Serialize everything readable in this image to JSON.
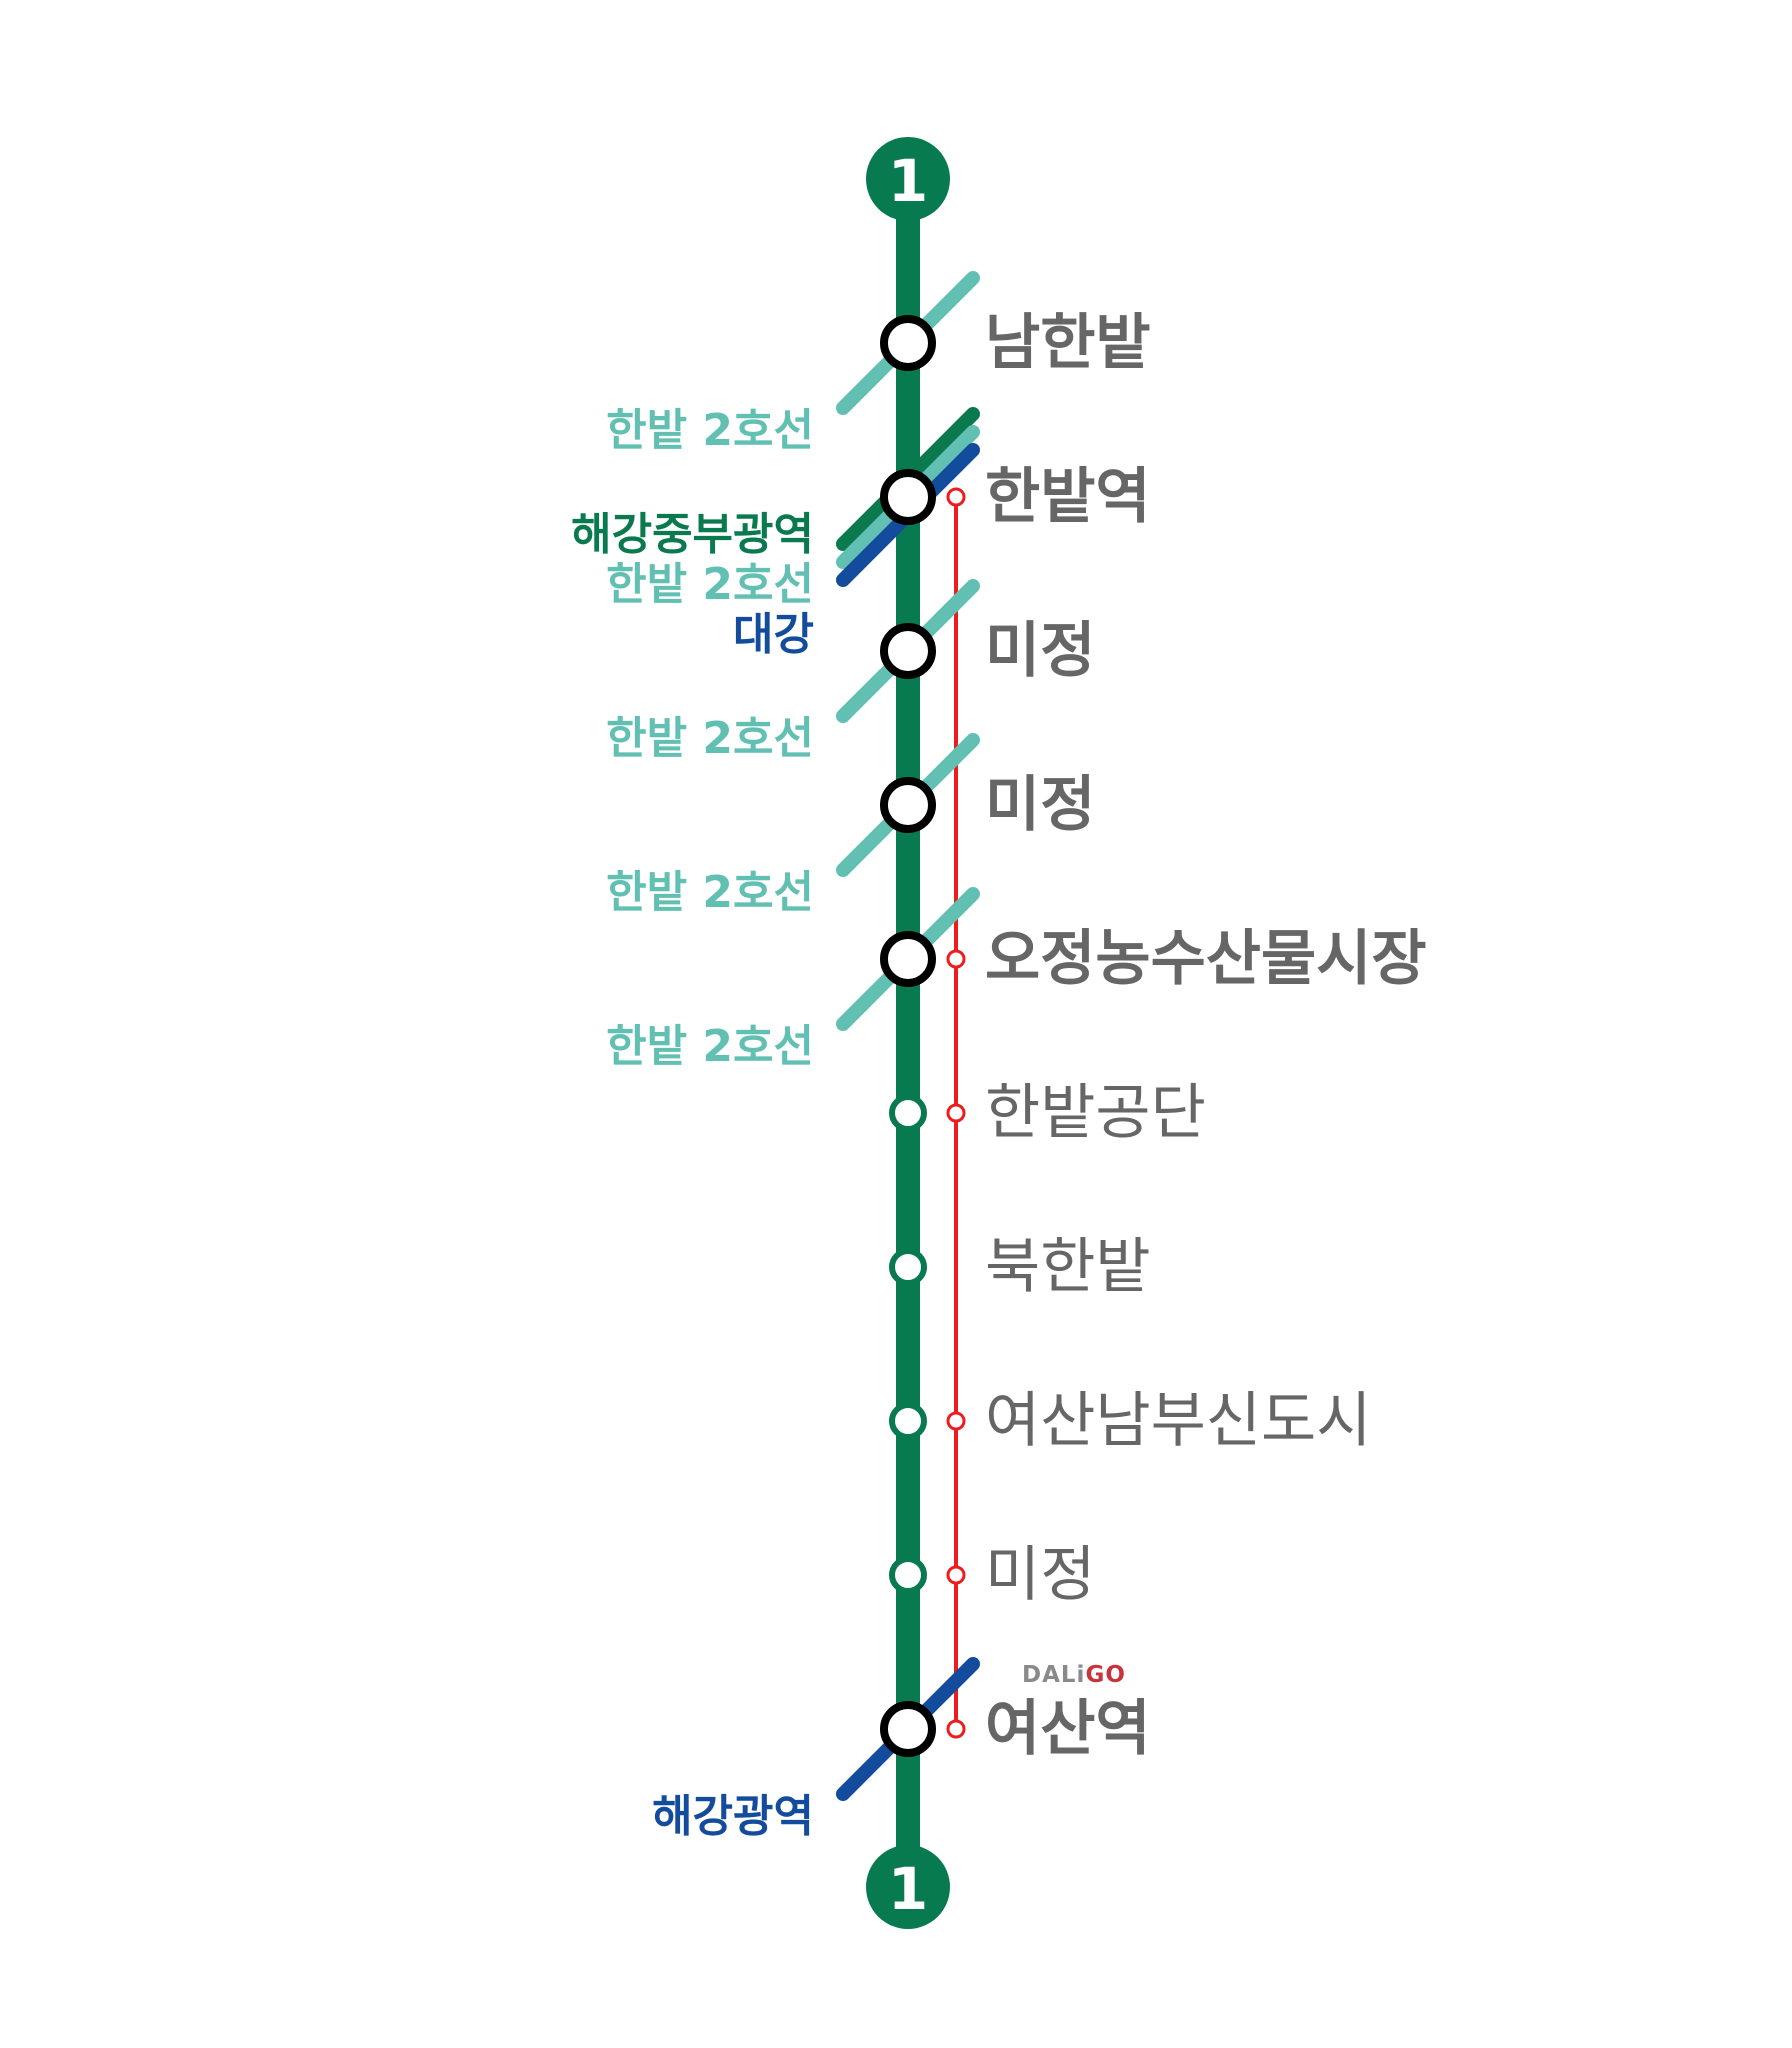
{
  "line": {
    "number": "1",
    "color": "#087a4f"
  },
  "branch_color": "#ee1c1c",
  "colors": {
    "hanbat2": "#62c0b3",
    "haegang_central": "#0a7a4e",
    "daegang": "#134c9c",
    "station_text": "#666666"
  },
  "stations": [
    {
      "name": "남한밭",
      "major": true,
      "branch": false,
      "transfers": [
        {
          "label": "한밭 2호선",
          "line": "hanbat2"
        }
      ]
    },
    {
      "name": "한밭역",
      "major": true,
      "branch": true,
      "transfers": [
        {
          "label": "해강중부광역",
          "line": "haegang_central"
        },
        {
          "label": "한밭 2호선",
          "line": "hanbat2"
        },
        {
          "label": "대강",
          "line": "daegang"
        }
      ]
    },
    {
      "name": "미정",
      "major": true,
      "branch": false,
      "transfers": [
        {
          "label": "한밭 2호선",
          "line": "hanbat2"
        }
      ]
    },
    {
      "name": "미정",
      "major": true,
      "branch": false,
      "transfers": [
        {
          "label": "한밭 2호선",
          "line": "hanbat2"
        }
      ]
    },
    {
      "name": "오정농수산물시장",
      "major": true,
      "branch": true,
      "transfers": [
        {
          "label": "한밭 2호선",
          "line": "hanbat2"
        }
      ]
    },
    {
      "name": "한밭공단",
      "major": false,
      "branch": true,
      "transfers": []
    },
    {
      "name": "북한밭",
      "major": false,
      "branch": false,
      "transfers": []
    },
    {
      "name": "여산남부신도시",
      "major": false,
      "branch": true,
      "transfers": []
    },
    {
      "name": "미정",
      "major": false,
      "branch": true,
      "transfers": []
    },
    {
      "name": "여산역",
      "major": true,
      "branch": true,
      "transfers": [
        {
          "label": "해강광역",
          "line": "daegang"
        }
      ]
    }
  ],
  "logo": {
    "part1": "DALi",
    "part2": "GO"
  }
}
